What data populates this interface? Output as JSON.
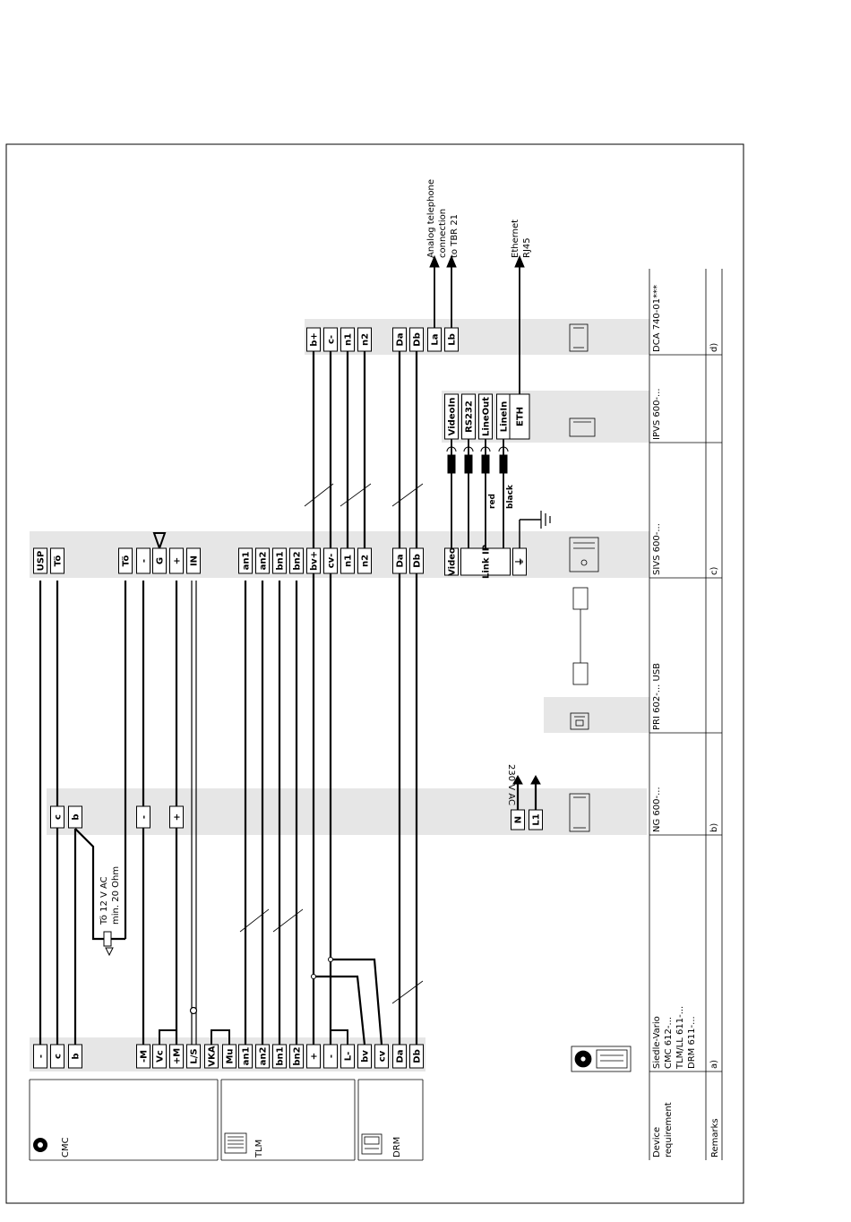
{
  "left_devices": {
    "cmc": "CMC",
    "tlm": "TLM",
    "drm": "DRM"
  },
  "terminals": {
    "vario": [
      "-",
      "c",
      "b",
      "-M",
      "Vc",
      "+M",
      "L/S",
      "VKA",
      "Mu",
      "an1",
      "an2",
      "bn1",
      "bn2",
      "+",
      "-",
      "L-",
      "bv",
      "cv",
      "Da",
      "Db"
    ],
    "ng": [
      "c",
      "b",
      "-",
      "+",
      "N",
      "L1"
    ],
    "sivs": [
      "USP",
      "Tö",
      "Tö",
      "-",
      "G",
      "+",
      "IN",
      "an1",
      "an2",
      "bn1",
      "bn2",
      "bv+",
      "cv-",
      "n1",
      "n2",
      "Da",
      "Db",
      "Video",
      "Link IP",
      "⏚"
    ],
    "ipvs": [
      "VideoIn",
      "RS232",
      "LineOut",
      "LineIn",
      "ETH"
    ],
    "dca": [
      "b+",
      "c-",
      "n1",
      "n2",
      "Da",
      "Db",
      "La",
      "Lb"
    ]
  },
  "annotations": {
    "to_note_1": "Tö 12 V AC",
    "to_note_2": "min. 20 Ohm",
    "mains": "230 V AC",
    "wire_red": "red",
    "wire_black": "black",
    "analog_1": "Analog telephone",
    "analog_2": "connection",
    "analog_3": "to TBR 21",
    "eth_1": "Ethernet",
    "eth_2": "RJ45"
  },
  "footer": {
    "device_requirement_1": "Device",
    "device_requirement_2": "requirement",
    "remarks": "Remarks",
    "col_a_device_1": "Siedle-Vario",
    "col_a_device_2": "CMC 612-...",
    "col_a_device_3": "TLM/LL 611-...",
    "col_a_device_4": "DRM 611-...",
    "col_b_device": "NG 600-...",
    "col_pri_device": "PRI 602-... USB",
    "col_c_device": "SIVS 600-...",
    "col_ipvs_device": "IPVS 600-...",
    "col_d_device": "DCA 740-01***",
    "remark_a": "a)",
    "remark_b": "b)",
    "remark_c": "c)",
    "remark_d": "d)"
  }
}
